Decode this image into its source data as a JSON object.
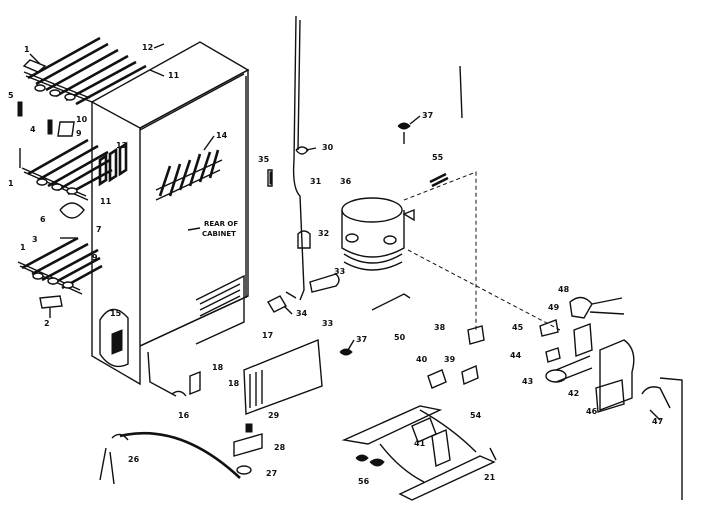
{
  "diagram": {
    "cabinet_label_line1": "REAR OF",
    "cabinet_label_line2": "CABINET",
    "part_labels": [
      {
        "id": "p1a",
        "text": "1"
      },
      {
        "id": "p12",
        "text": "12"
      },
      {
        "id": "p11a",
        "text": "11"
      },
      {
        "id": "p5a",
        "text": "5"
      },
      {
        "id": "p4",
        "text": "4"
      },
      {
        "id": "p10",
        "text": "10"
      },
      {
        "id": "p9a",
        "text": "9"
      },
      {
        "id": "p13",
        "text": "13"
      },
      {
        "id": "p14",
        "text": "14"
      },
      {
        "id": "p1b",
        "text": "1"
      },
      {
        "id": "p11b",
        "text": "11"
      },
      {
        "id": "p6",
        "text": "6"
      },
      {
        "id": "p7",
        "text": "7"
      },
      {
        "id": "p1c",
        "text": "1"
      },
      {
        "id": "p3",
        "text": "3"
      },
      {
        "id": "p9b",
        "text": "9"
      },
      {
        "id": "p2",
        "text": "2"
      },
      {
        "id": "p15",
        "text": "15"
      },
      {
        "id": "p35a",
        "text": "35"
      },
      {
        "id": "p30",
        "text": "30"
      },
      {
        "id": "p31",
        "text": "31"
      },
      {
        "id": "p36",
        "text": "36"
      },
      {
        "id": "p37a",
        "text": "37"
      },
      {
        "id": "p55",
        "text": "55"
      },
      {
        "id": "p32",
        "text": "32"
      },
      {
        "id": "p33a",
        "text": "33"
      },
      {
        "id": "p34",
        "text": "34"
      },
      {
        "id": "p17",
        "text": "17"
      },
      {
        "id": "p33b",
        "text": "33"
      },
      {
        "id": "p37b",
        "text": "37"
      },
      {
        "id": "p50",
        "text": "50"
      },
      {
        "id": "p38",
        "text": "38"
      },
      {
        "id": "p40",
        "text": "40"
      },
      {
        "id": "p39",
        "text": "39"
      },
      {
        "id": "p48",
        "text": "48"
      },
      {
        "id": "p49",
        "text": "49"
      },
      {
        "id": "p45",
        "text": "45"
      },
      {
        "id": "p44",
        "text": "44"
      },
      {
        "id": "p43",
        "text": "43"
      },
      {
        "id": "p42",
        "text": "42"
      },
      {
        "id": "p46",
        "text": "46"
      },
      {
        "id": "p47",
        "text": "47"
      },
      {
        "id": "p18a",
        "text": "18"
      },
      {
        "id": "p18b",
        "text": "18"
      },
      {
        "id": "p16",
        "text": "16"
      },
      {
        "id": "p29",
        "text": "29"
      },
      {
        "id": "p28",
        "text": "28"
      },
      {
        "id": "p27",
        "text": "27"
      },
      {
        "id": "p26",
        "text": "26"
      },
      {
        "id": "p54",
        "text": "54"
      },
      {
        "id": "p41",
        "text": "41"
      },
      {
        "id": "p56",
        "text": "56"
      },
      {
        "id": "p21",
        "text": "21"
      }
    ]
  }
}
